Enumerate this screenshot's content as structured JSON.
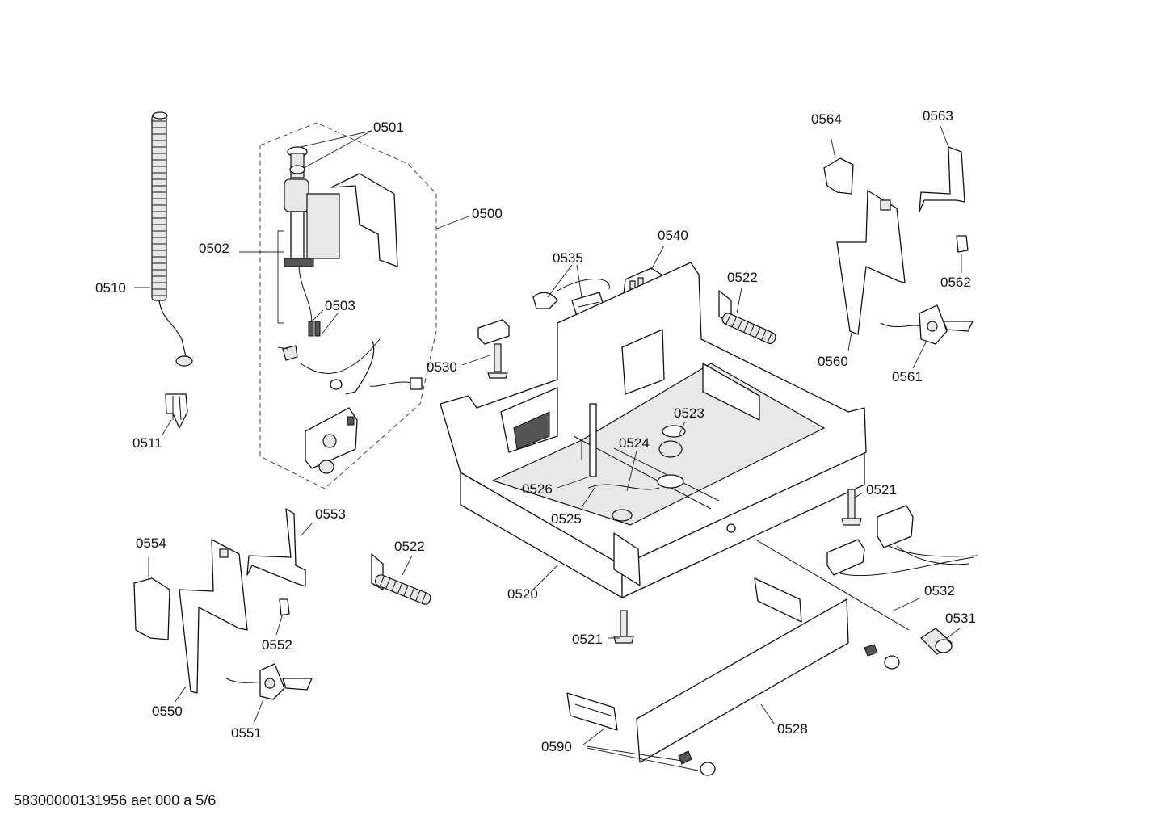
{
  "diagram": {
    "labels": {
      "p0500": "0500",
      "p0501": "0501",
      "p0502": "0502",
      "p0503": "0503",
      "p0510": "0510",
      "p0511": "0511",
      "p0520": "0520",
      "p0521a": "0521",
      "p0521b": "0521",
      "p0522a": "0522",
      "p0522b": "0522",
      "p0523": "0523",
      "p0524": "0524",
      "p0525": "0525",
      "p0526": "0526",
      "p0528": "0528",
      "p0530": "0530",
      "p0531": "0531",
      "p0532": "0532",
      "p0535": "0535",
      "p0540": "0540",
      "p0550": "0550",
      "p0551": "0551",
      "p0552": "0552",
      "p0553": "0553",
      "p0554": "0554",
      "p0560": "0560",
      "p0561": "0561",
      "p0562": "0562",
      "p0563": "0563",
      "p0564": "0564",
      "p0590": "0590"
    },
    "footer": "58300000131956 aet 000 a 5/6"
  }
}
